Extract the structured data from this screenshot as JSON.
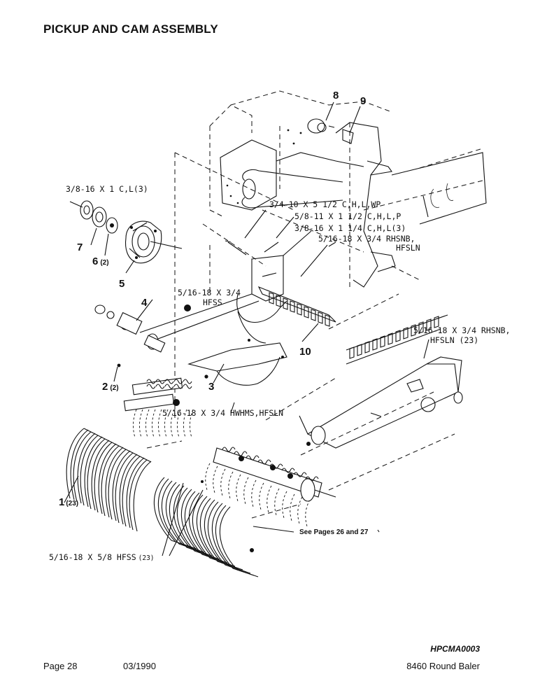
{
  "page": {
    "title": "PICKUP AND CAM ASSEMBLY",
    "doc_id": "HPCMA0003",
    "page_number": "Page 28",
    "date": "03/1990",
    "model": "8460 Round Baler"
  },
  "callouts": {
    "c1": "3/8-16 X 1 C,L(3)",
    "c2": "3/4-10 X 5 1/2 C,H,L,WP",
    "c3": "5/8-11 X 1 1/2 C,H,L,P",
    "c4": "3/8-16 X 1 1/4 C,H,L(3)",
    "c5a": "5/16-18 X 3/4 RHSNB,",
    "c5b": "HFSLN",
    "c6a": "5/16-18 X 3/4",
    "c6b": "HFSS",
    "c7a": "5/16-18 X 3/4 RHSNB,",
    "c7b": "HFSLN (23)",
    "c8": "5/16-18 X 3/4 HWHMS,HFSLN",
    "c9": "5/16-18 X 5/8 HFSS",
    "c9qty": "(23)",
    "see_pages": "See Pages 26 and 27"
  },
  "parts": {
    "p1": "1",
    "p1qty": "(23)",
    "p2": "2",
    "p2qty": "(2)",
    "p3": "3",
    "p4": "4",
    "p5": "5",
    "p6": "6",
    "p6qty": "(2)",
    "p7": "7",
    "p8": "8",
    "p9": "9",
    "p10": "10"
  }
}
